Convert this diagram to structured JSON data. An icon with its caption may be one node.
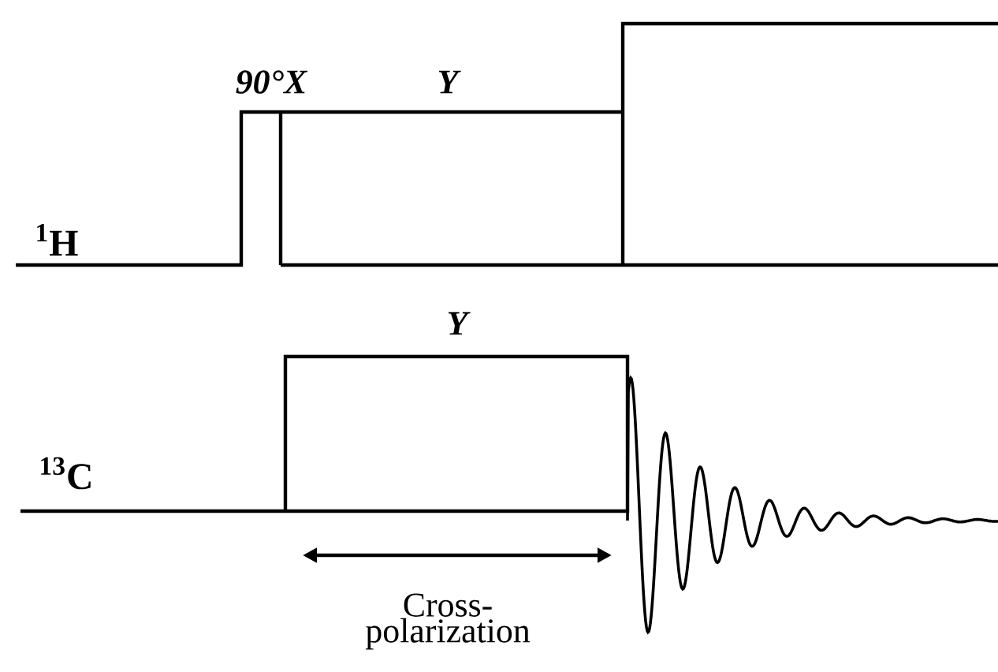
{
  "diagram": {
    "labels": [
      "90°X",
      "Y",
      "$^{1}$H",
      "Y",
      "$^{13}$C",
      "Cross-polarization"
    ]
  }
}
